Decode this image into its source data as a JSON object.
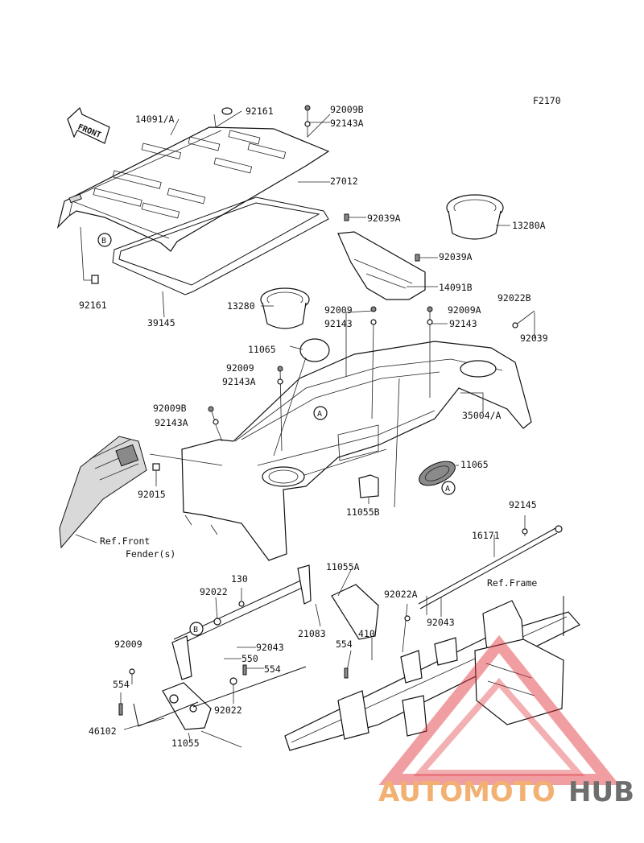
{
  "figure_code": "F2170",
  "front_label": "FRONT",
  "callout_letters": {
    "a": "A",
    "b": "B"
  },
  "part_labels": [
    {
      "id": "p_92161_top",
      "text": "92161"
    },
    {
      "id": "p_14091a",
      "text": "14091/A"
    },
    {
      "id": "p_92009b_top",
      "text": "92009B"
    },
    {
      "id": "p_92143a_top",
      "text": "92143A"
    },
    {
      "id": "p_27012",
      "text": "27012"
    },
    {
      "id": "p_92039a_1",
      "text": "92039A"
    },
    {
      "id": "p_13280a",
      "text": "13280A"
    },
    {
      "id": "p_92039a_2",
      "text": "92039A"
    },
    {
      "id": "p_92161_left",
      "text": "92161"
    },
    {
      "id": "p_14091b",
      "text": "14091B"
    },
    {
      "id": "p_13280",
      "text": "13280"
    },
    {
      "id": "p_39145",
      "text": "39145"
    },
    {
      "id": "p_92009_mid",
      "text": "92009"
    },
    {
      "id": "p_92143_mid",
      "text": "92143"
    },
    {
      "id": "p_92009a",
      "text": "92009A"
    },
    {
      "id": "p_92143_mid2",
      "text": "92143"
    },
    {
      "id": "p_92022b",
      "text": "92022B"
    },
    {
      "id": "p_92039",
      "text": "92039"
    },
    {
      "id": "p_11065_top",
      "text": "11065"
    },
    {
      "id": "p_92009_b",
      "text": "92009"
    },
    {
      "id": "p_92143a_mid",
      "text": "92143A"
    },
    {
      "id": "p_92009b_mid",
      "text": "92009B"
    },
    {
      "id": "p_92143a_low",
      "text": "92143A"
    },
    {
      "id": "p_35004a",
      "text": "35004/A"
    },
    {
      "id": "p_11065_low",
      "text": "11065"
    },
    {
      "id": "p_92015",
      "text": "92015"
    },
    {
      "id": "p_11055b",
      "text": "11055B"
    },
    {
      "id": "p_92145",
      "text": "92145"
    },
    {
      "id": "p_16171",
      "text": "16171"
    },
    {
      "id": "p_ref_front_1",
      "text": "Ref.Front"
    },
    {
      "id": "p_ref_front_2",
      "text": "Fender(s)"
    },
    {
      "id": "p_11055a",
      "text": "11055A"
    },
    {
      "id": "p_130",
      "text": "130"
    },
    {
      "id": "p_92022_a",
      "text": "92022"
    },
    {
      "id": "p_92022a",
      "text": "92022A"
    },
    {
      "id": "p_ref_frame",
      "text": "Ref.Frame"
    },
    {
      "id": "p_92043_right",
      "text": "92043"
    },
    {
      "id": "p_21083",
      "text": "21083"
    },
    {
      "id": "p_410",
      "text": "410"
    },
    {
      "id": "p_554_mid",
      "text": "554"
    },
    {
      "id": "p_92009_low",
      "text": "92009"
    },
    {
      "id": "p_92043_low",
      "text": "92043"
    },
    {
      "id": "p_550",
      "text": "550"
    },
    {
      "id": "p_554_right",
      "text": "554"
    },
    {
      "id": "p_554_left",
      "text": "554"
    },
    {
      "id": "p_92022_low",
      "text": "92022"
    },
    {
      "id": "p_46102",
      "text": "46102"
    },
    {
      "id": "p_11055",
      "text": "11055"
    }
  ],
  "watermark": {
    "part1": "AUTOMOTO",
    "part2": "HUB",
    "color1": "#f0a35a",
    "color2": "#555555",
    "accent": "#e0303a"
  }
}
